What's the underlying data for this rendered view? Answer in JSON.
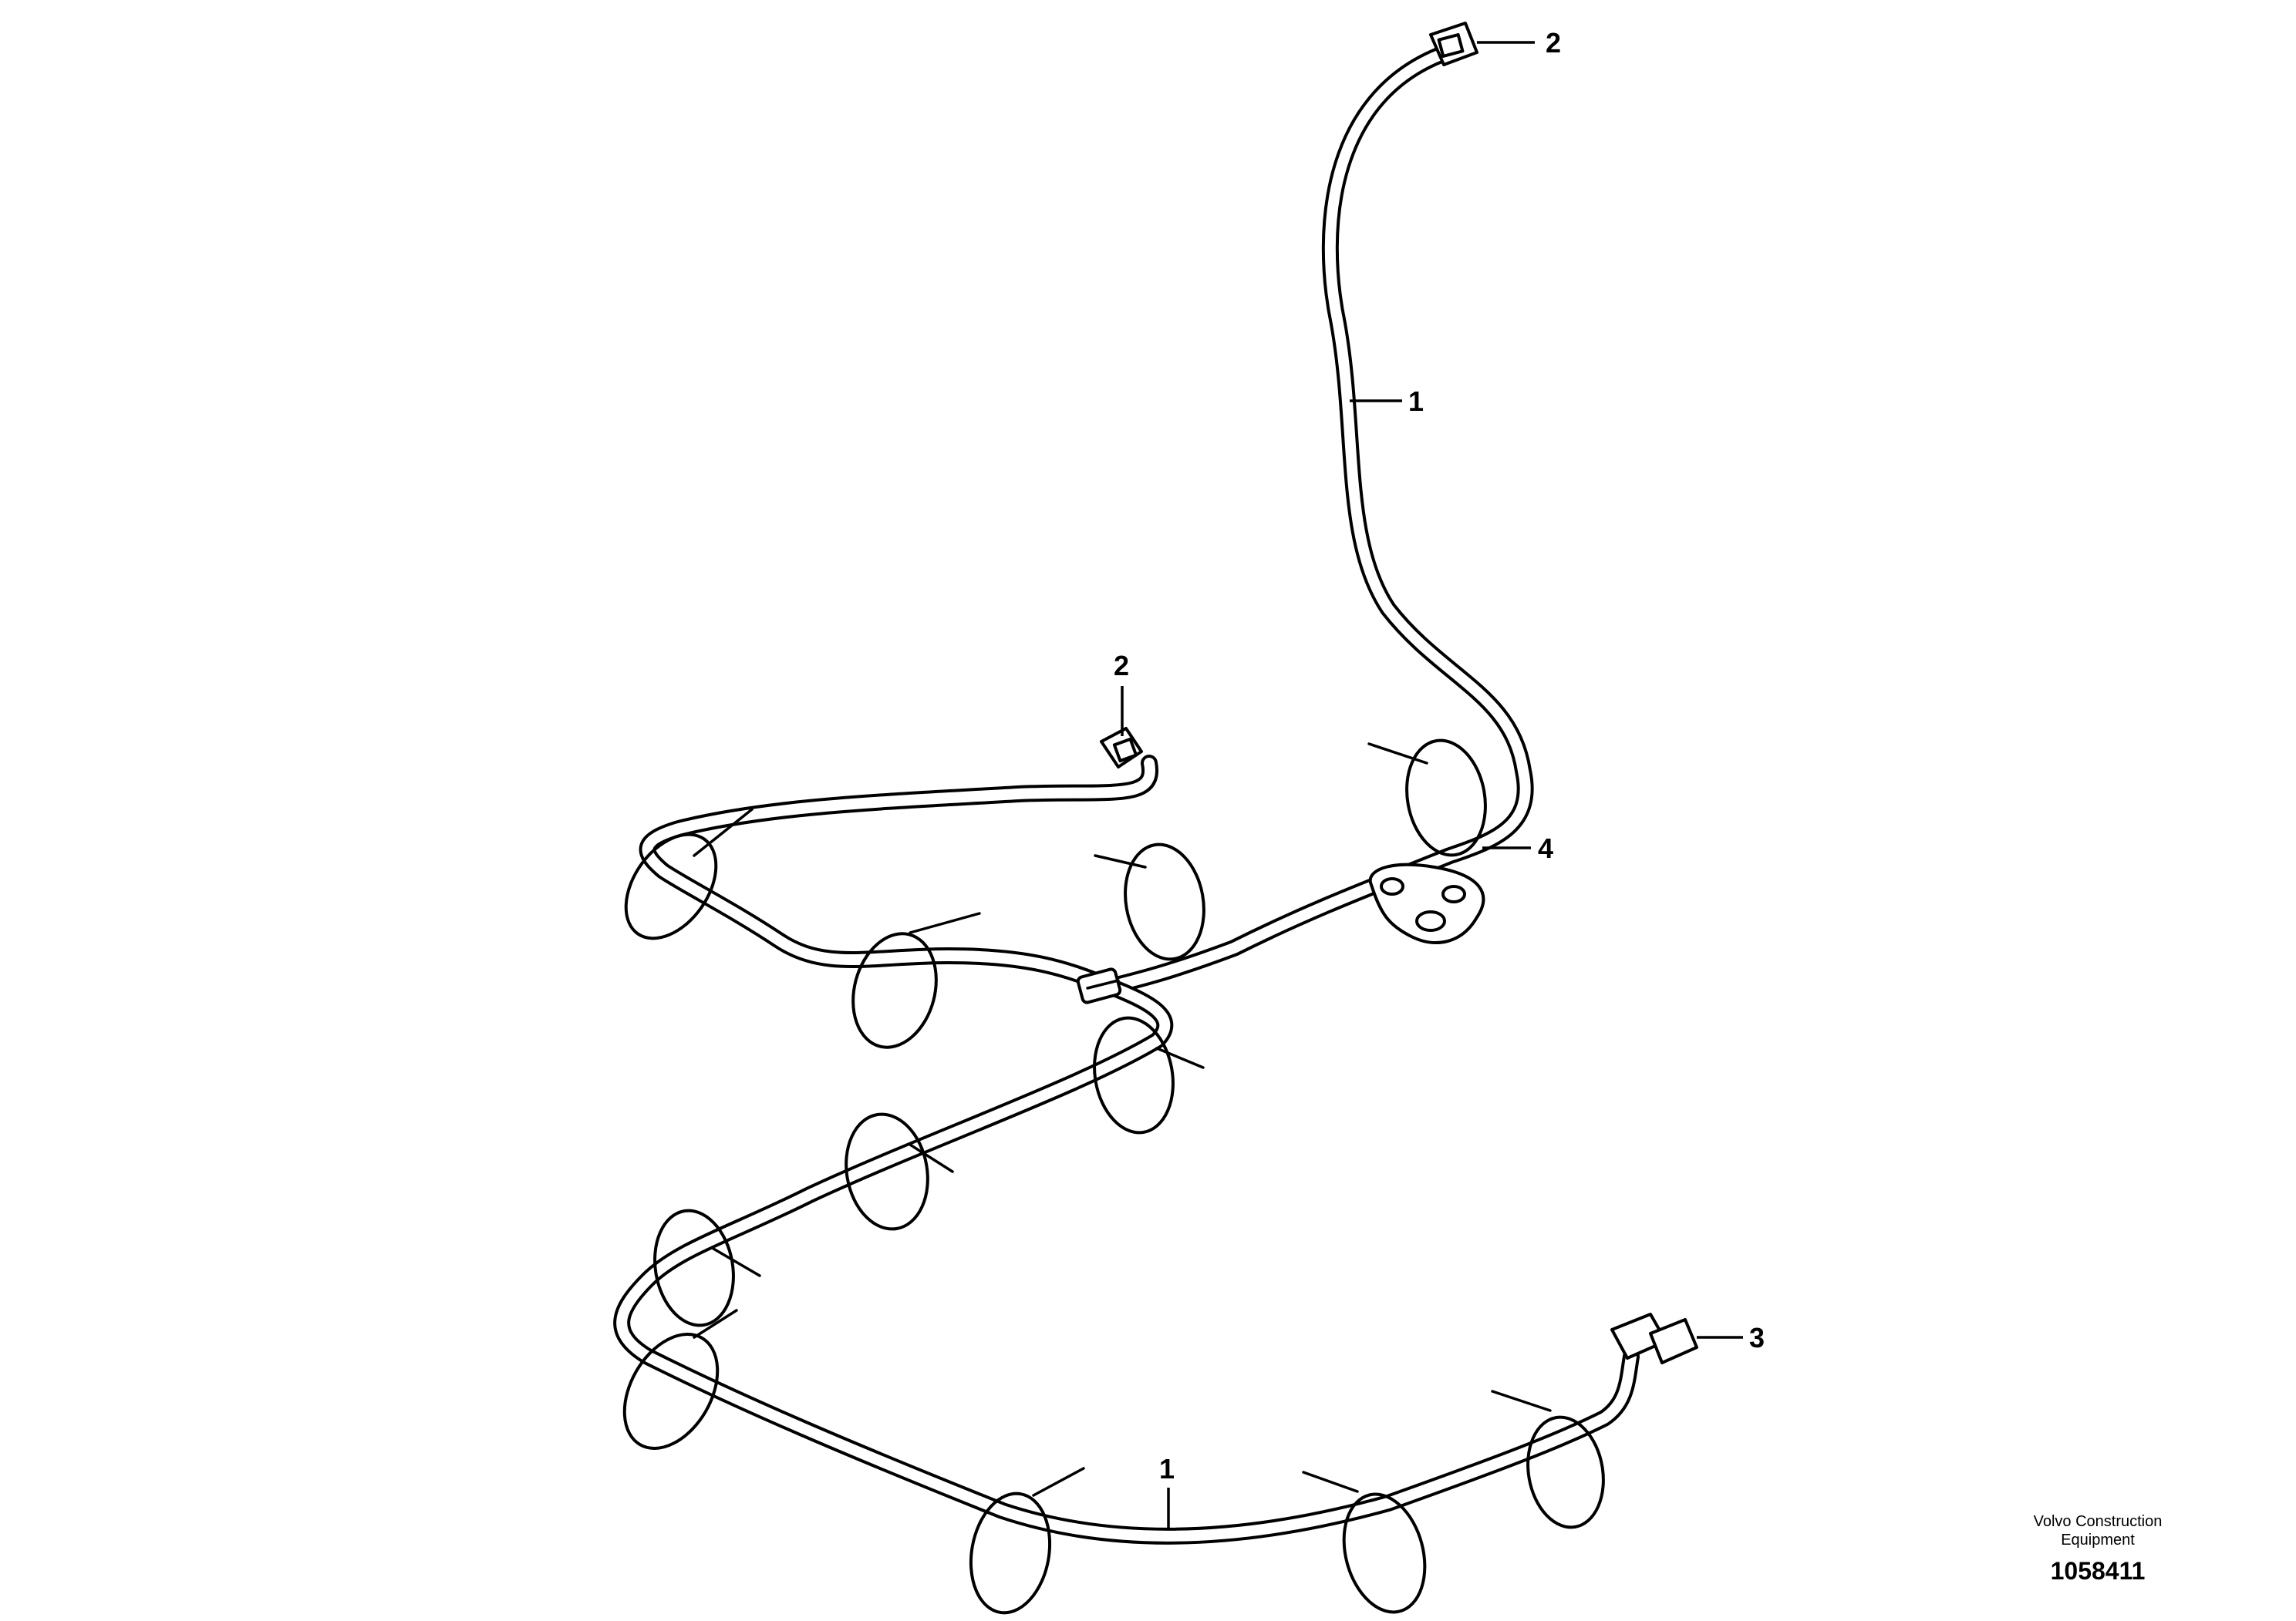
{
  "callouts": [
    {
      "id": "callout-1-upper",
      "label": "1"
    },
    {
      "id": "callout-1-lower",
      "label": "1"
    },
    {
      "id": "callout-2-upper",
      "label": "2"
    },
    {
      "id": "callout-2-middle",
      "label": "2"
    },
    {
      "id": "callout-3",
      "label": "3"
    },
    {
      "id": "callout-4",
      "label": "4"
    }
  ],
  "footer": {
    "brand": "Volvo Construction Equipment",
    "document_number": "1058411"
  }
}
